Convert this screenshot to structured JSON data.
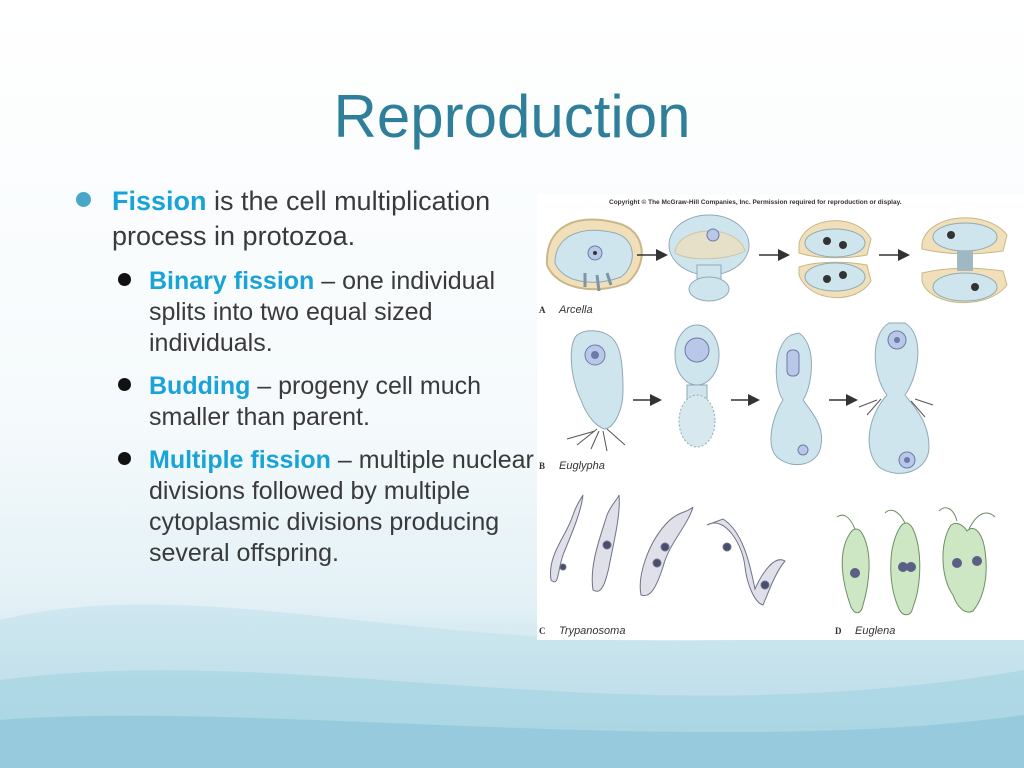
{
  "slide": {
    "title": "Reproduction",
    "main_bullet": {
      "keyword": "Fission",
      "text": " is the cell multiplication process in protozoa."
    },
    "sub_bullets": [
      {
        "keyword": "Binary fission",
        "text": " – one individual splits into two equal sized individuals."
      },
      {
        "keyword": "Budding",
        "text": " – progeny cell much smaller than parent."
      },
      {
        "keyword": "Multiple fission",
        "text": " – multiple nuclear divisions followed by multiple cytoplasmic divisions producing several offspring."
      }
    ]
  },
  "figure": {
    "copyright": "Copyright © The McGraw-Hill Companies, Inc. Permission required for reproduction or display.",
    "panels": [
      {
        "letter": "A",
        "name": "Arcella"
      },
      {
        "letter": "B",
        "name": "Euglypha"
      },
      {
        "letter": "C",
        "name": "Trypanosoma"
      },
      {
        "letter": "D",
        "name": "Euglena"
      }
    ]
  },
  "colors": {
    "title": "#2f7f9a",
    "keyword": "#1aa3d6",
    "bullet": "#4aa6c8",
    "cell_fill": "#cfe5ee",
    "euglena_fill": "#cde6c3"
  }
}
